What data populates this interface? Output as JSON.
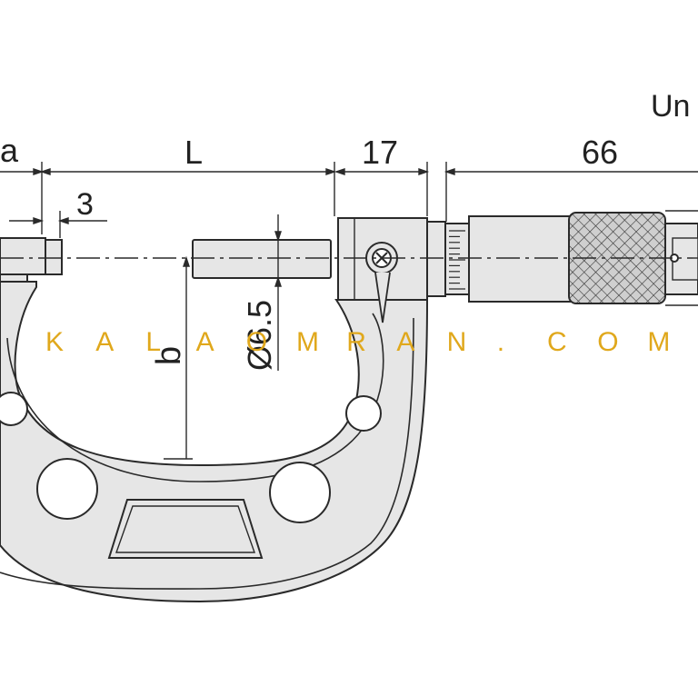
{
  "drawing": {
    "unit_label": "Un",
    "dimensions": {
      "a": "a",
      "L": "L",
      "d17": "17",
      "d66": "66",
      "d3": "3",
      "b": "b",
      "diameter": "Ø6.5"
    }
  },
  "watermark": {
    "letters": [
      "K",
      "A",
      "L",
      "A",
      "O",
      "M",
      "R",
      "A",
      "N",
      ".",
      "C",
      "O",
      "M"
    ],
    "color": "#e0a81c"
  },
  "colors": {
    "body_fill": "#e6e6e6",
    "knurl_fill": "#cfcfcf",
    "stroke": "#2a2a2a"
  }
}
